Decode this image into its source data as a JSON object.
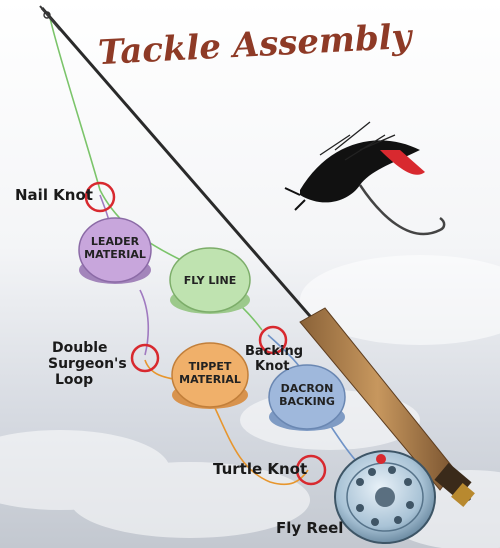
{
  "title": "Tackle Assembly",
  "labels": {
    "nail_knot": "Nail Knot",
    "double_surgeons_loop": [
      "Double",
      "Surgeon's",
      "Loop"
    ],
    "backing_knot": [
      "Backing",
      "Knot"
    ],
    "turtle_knot": "Turtle Knot",
    "fly_reel": "Fly Reel"
  },
  "spools": {
    "leader": [
      "LEADER",
      "MATERIAL"
    ],
    "fly_line": [
      "FLY LINE"
    ],
    "tippet": [
      "TIPPET",
      "MATERIAL"
    ],
    "dacron": [
      "DACRON",
      "BACKING"
    ]
  },
  "colors": {
    "leader": "#c8a6dc",
    "fly_line": "#bfe3b0",
    "tippet": "#f0b06a",
    "dacron": "#9fb8dc",
    "knot_circle": "#d8292f",
    "title": "#8e3a26"
  }
}
